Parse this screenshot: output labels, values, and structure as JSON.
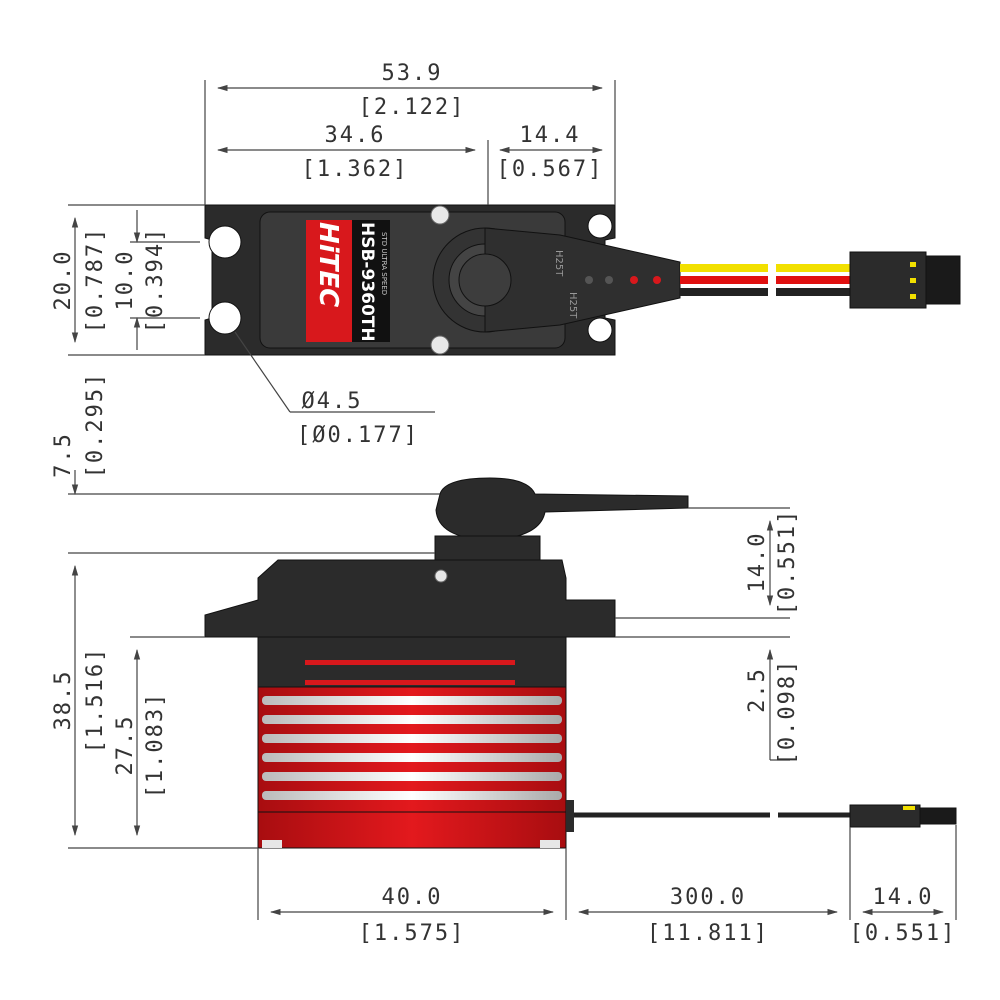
{
  "colors": {
    "body": "#2b2b2b",
    "red": "#d8181c",
    "wire_yellow": "#f2e000",
    "wire_red": "#e01010",
    "wire_black": "#222222",
    "dim_line": "#444444",
    "text": "#333333"
  },
  "servo": {
    "brand": "HiTEC",
    "model": "HSB-9360TH",
    "subtitle": "STD ULTRA SPEED",
    "horn_text_top": "H25T",
    "horn_text_bottom": "H25T"
  },
  "top_view": {
    "overall_width": {
      "mm": "53.9",
      "in": "[2.122]"
    },
    "case_width": {
      "mm": "34.6",
      "in": "[1.362]"
    },
    "arm_width": {
      "mm": "14.4",
      "in": "[0.567]"
    },
    "height": {
      "mm": "20.0",
      "in": "[0.787]"
    },
    "hole_spacing": {
      "mm": "10.0",
      "in": "[0.394]"
    },
    "hole_diameter": {
      "mm": "Ø4.5",
      "in": "[Ø0.177]"
    }
  },
  "side_view": {
    "horn_offset": {
      "mm": "7.5",
      "in": "[0.295]"
    },
    "total_height": {
      "mm": "38.5",
      "in": "[1.516]"
    },
    "flange_height": {
      "mm": "27.5",
      "in": "[1.083]"
    },
    "top_height": {
      "mm": "14.0",
      "in": "[0.551]"
    },
    "flange_thickness": {
      "mm": "2.5",
      "in": "[0.098]"
    },
    "body_width": {
      "mm": "40.0",
      "in": "[1.575]"
    },
    "wire_length": {
      "mm": "300.0",
      "in": "[11.811]"
    },
    "connector_length": {
      "mm": "14.0",
      "in": "[0.551]"
    }
  }
}
